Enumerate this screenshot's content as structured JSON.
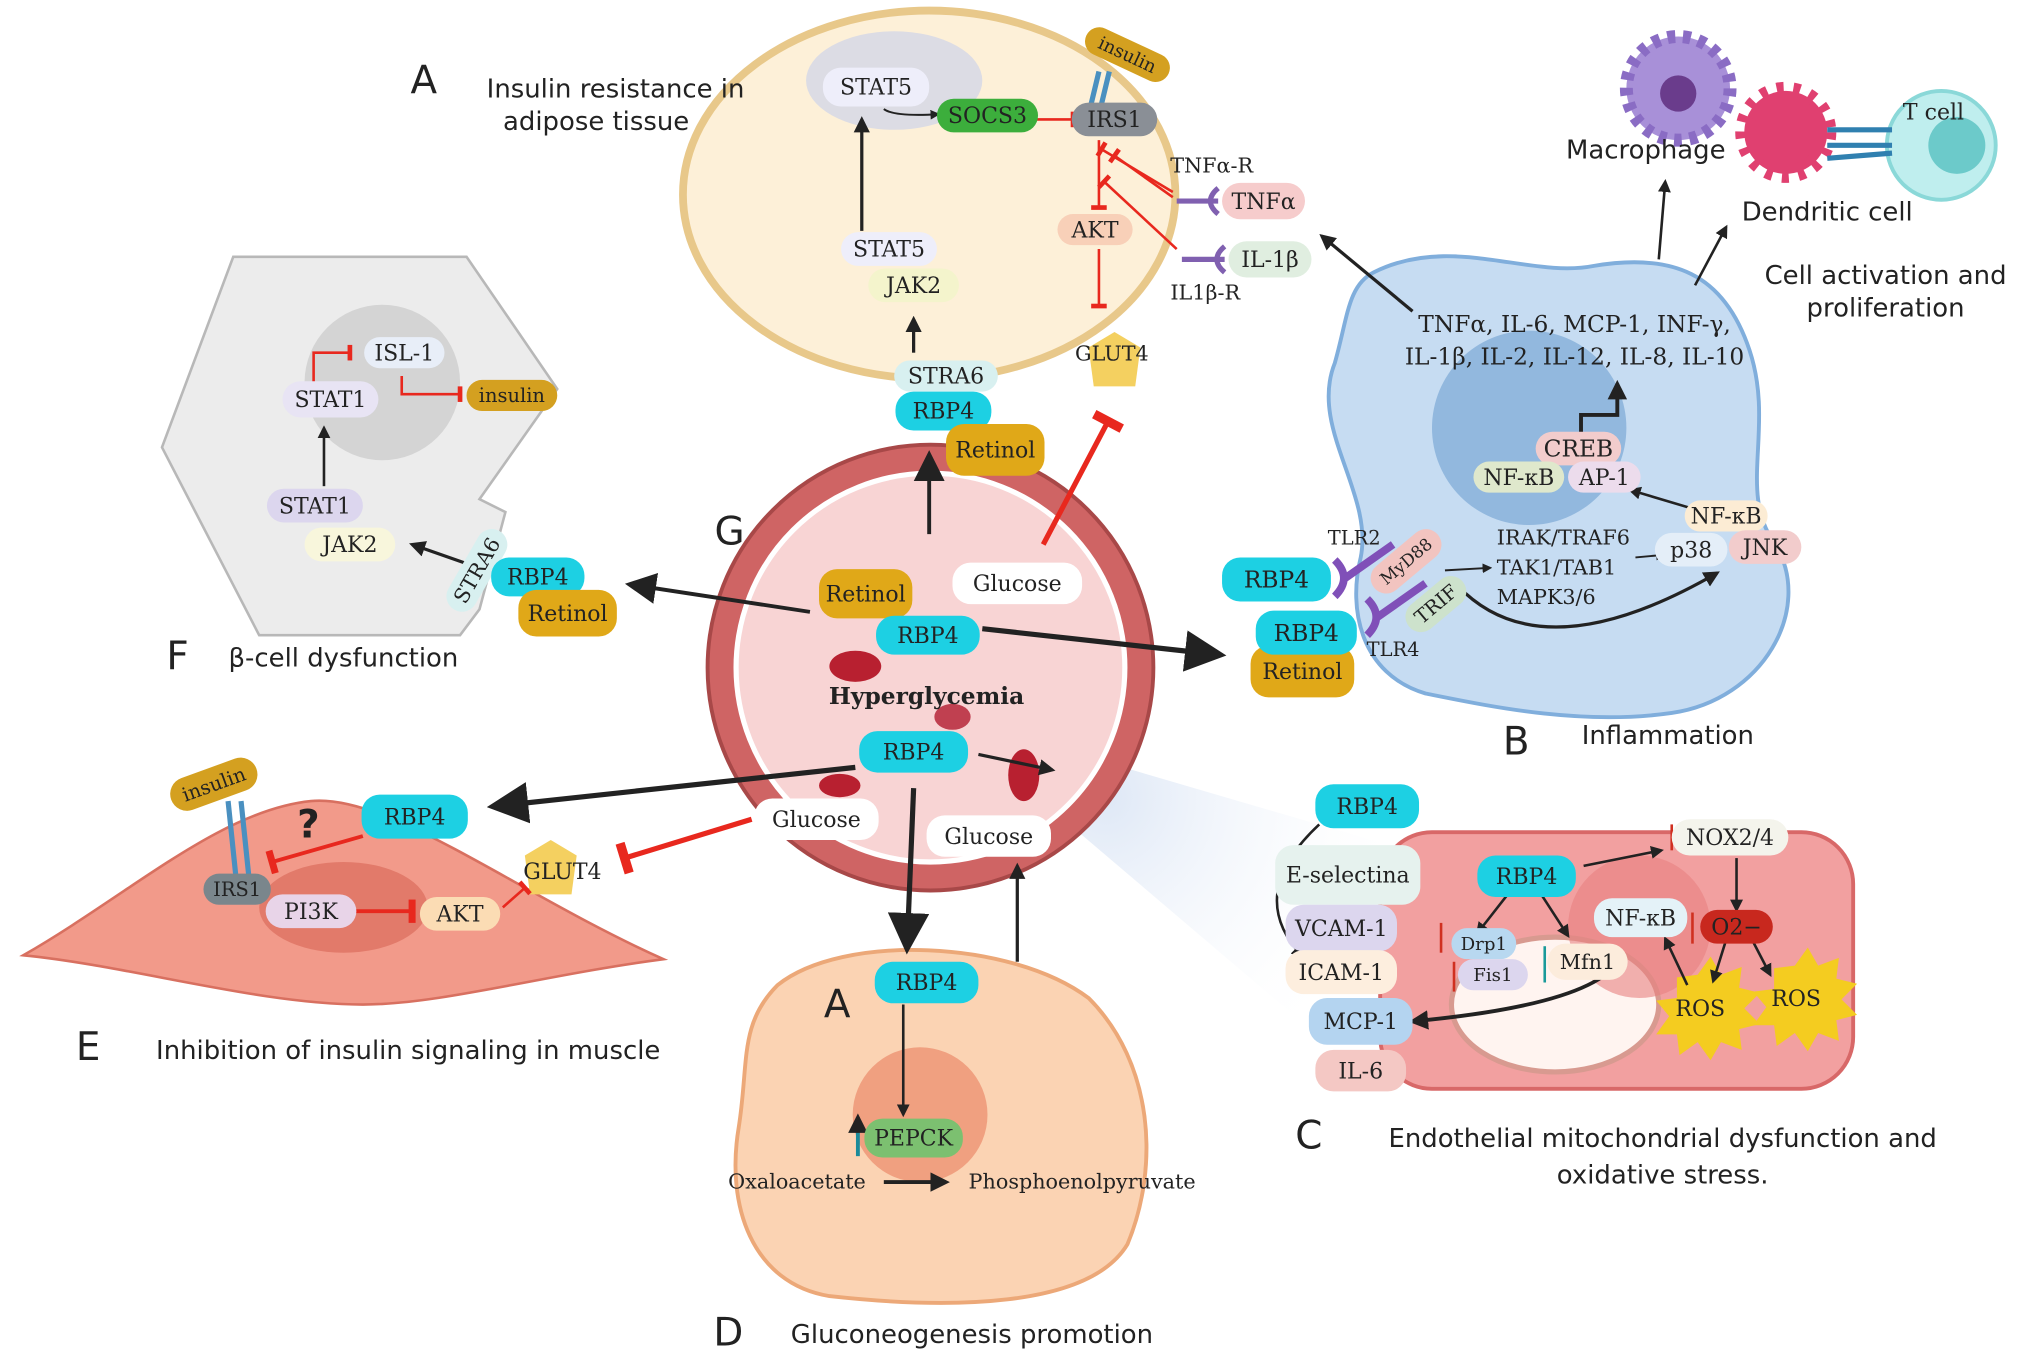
{
  "colors": {
    "rbp4": "#1dd0e3",
    "retinol": "#e0a818",
    "inhibition": "#e8281e",
    "insulin": "#d4a020"
  },
  "panel_a": {
    "letter": "A",
    "title_line1": "Insulin resistance in",
    "title_line2": "adipose tissue",
    "stat5_top": "STAT5",
    "socs3": "SOCS3",
    "irs1": "IRS1",
    "insulin": "insulin",
    "tnfa_r": "TNFα-R",
    "tnfa": "TNFα",
    "akt": "AKT",
    "il1b": "IL-1β",
    "il1b_r": "IL1β-R",
    "stat5": "STAT5",
    "jak2": "JAK2",
    "glut4": "GLUT4",
    "stra6": "STRA6",
    "rbp4": "RBP4",
    "retinol": "Retinol"
  },
  "panel_b": {
    "letter": "B",
    "title": "Inflammation",
    "cytokines_line1": "TNFα, IL-6, MCP-1, INF-γ,",
    "cytokines_line2": "IL-1β, IL-2, IL-12, IL-8, IL-10",
    "creb": "CREB",
    "nfkb_nuc": "NF-κB",
    "ap1": "AP-1",
    "nfkb": "NF-κB",
    "p38": "p38",
    "jnk": "JNK",
    "irak": "IRAK/TRAF6",
    "tak1": "TAK1/TAB1",
    "mapk": "MAPK3/6",
    "tlr2": "TLR2",
    "myd88": "MyD88",
    "trif": "TRIF",
    "tlr4": "TLR4",
    "rbp4_1": "RBP4",
    "rbp4_2": "RBP4",
    "retinol": "Retinol",
    "macrophage": "Macrophage",
    "t_cell": "T cell",
    "dendritic": "Dendritic cell",
    "activation_line1": "Cell activation and",
    "activation_line2": "proliferation"
  },
  "panel_c": {
    "letter": "C",
    "title_line1": "Endothelial mitochondrial dysfunction and",
    "title_line2": "oxidative stress.",
    "rbp4_out": "RBP4",
    "e_selectina": "E-selectina",
    "vcam1": "VCAM-1",
    "icam1": "ICAM-1",
    "mcp1": "MCP-1",
    "il6": "IL-6",
    "rbp4": "RBP4",
    "nox": "NOX2/4",
    "drp1": "Drp1",
    "fis1": "Fis1",
    "mfn1": "Mfn1",
    "nfkb": "NF-κB",
    "o2": "O2−",
    "ros1": "ROS",
    "ros2": "ROS"
  },
  "panel_d": {
    "letter": "D",
    "title": "Gluconeogenesis promotion",
    "sub_letter": "A",
    "rbp4": "RBP4",
    "pepck": "PEPCK",
    "oxaloacetate": "Oxaloacetate",
    "pep": "Phosphoenolpyruvate"
  },
  "panel_e": {
    "letter": "E",
    "title": "Inhibition of insulin signaling in muscle",
    "insulin": "insulin",
    "question": "?",
    "rbp4": "RBP4",
    "irs1": "IRS1",
    "pi3k": "PI3K",
    "akt": "AKT",
    "glut4": "GLUT4"
  },
  "panel_f": {
    "letter": "F",
    "title": "β-cell dysfunction",
    "isl1": "ISL-1",
    "stat1_top": "STAT1",
    "insulin": "insulin",
    "stat1": "STAT1",
    "jak2": "JAK2",
    "stra6": "STRA6",
    "rbp4": "RBP4",
    "retinol": "Retinol"
  },
  "panel_g": {
    "letter": "G",
    "retinol": "Retinol",
    "glucose_top": "Glucose",
    "rbp4_top": "RBP4",
    "hyperglycemia": "Hyperglycemia",
    "rbp4": "RBP4",
    "glucose_left": "Glucose",
    "glucose_right": "Glucose"
  }
}
